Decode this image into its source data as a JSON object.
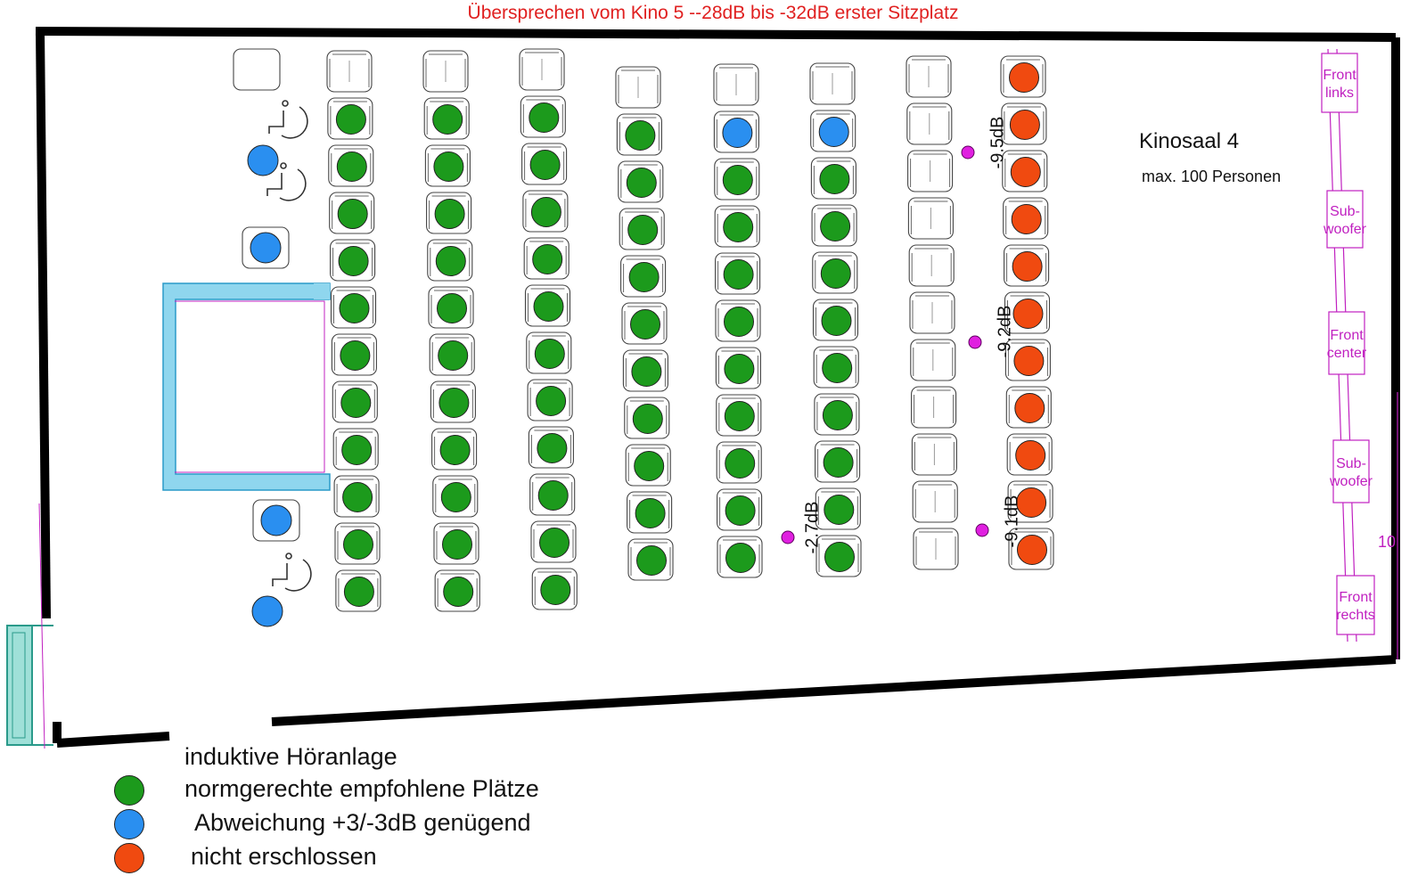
{
  "title": "Übersprechen vom Kino 5 --28dB bis -32dB erster Sitzplatz",
  "room": {
    "name": "Kinosaal 4",
    "capacity": "max. 100 Personen"
  },
  "speakers": [
    {
      "label_line1": "Front",
      "label_line2": "links"
    },
    {
      "label_line1": "Sub-",
      "label_line2": "woofer"
    },
    {
      "label_line1": "Front",
      "label_line2": "center"
    },
    {
      "label_line1": "Sub-",
      "label_line2": "woofer"
    },
    {
      "label_line1": "Front",
      "label_line2": "rechts"
    }
  ],
  "speaker_number": "10",
  "measurements": [
    "-9.5dB",
    "-9.2dB",
    "-9.1dB",
    "-2.7dB"
  ],
  "legend": {
    "loop": "induktive Höranlage",
    "items": [
      {
        "label": "normgerechte empfohlene Plätze",
        "color": "#1c9a1c"
      },
      {
        "label": "Abweichung +3/-3dB genügend",
        "color": "#2a8ff0"
      },
      {
        "label": "nicht erschlossen",
        "color": "#f04a10"
      }
    ]
  },
  "colors": {
    "green": "#1c9a1c",
    "blue": "#2a8ff0",
    "red": "#f04a10",
    "title": "#e02020",
    "speaker": "#c020c0",
    "marker": "#e020e0",
    "stage": "#8fd6ee"
  },
  "seating": {
    "columns": [
      {
        "status": [
          "empty",
          "green",
          "green",
          "green",
          "green",
          "green",
          "green",
          "green",
          "green",
          "green",
          "green",
          "green"
        ]
      },
      {
        "status": [
          "empty",
          "green",
          "green",
          "green",
          "green",
          "green",
          "green",
          "green",
          "green",
          "green",
          "green",
          "green"
        ]
      },
      {
        "status": [
          "empty",
          "green",
          "green",
          "green",
          "green",
          "green",
          "green",
          "green",
          "green",
          "green",
          "green",
          "green"
        ]
      },
      {
        "status": [
          "empty",
          "green",
          "green",
          "green",
          "green",
          "green",
          "green",
          "green",
          "green",
          "green",
          "green"
        ]
      },
      {
        "status": [
          "empty",
          "blue",
          "green",
          "green",
          "green",
          "green",
          "green",
          "green",
          "green",
          "green",
          "green"
        ]
      },
      {
        "status": [
          "empty",
          "blue",
          "green",
          "green",
          "green",
          "green",
          "green",
          "green",
          "green",
          "green",
          "green"
        ]
      },
      {
        "status": [
          "empty",
          "empty",
          "empty",
          "empty",
          "empty",
          "empty",
          "empty",
          "empty",
          "empty",
          "empty",
          "empty"
        ]
      },
      {
        "status": [
          "red",
          "red",
          "red",
          "red",
          "red",
          "red",
          "red",
          "red",
          "red",
          "red",
          "red"
        ]
      }
    ],
    "wheelchair_places": [
      "blue",
      "blue",
      "blue",
      "blue"
    ]
  }
}
